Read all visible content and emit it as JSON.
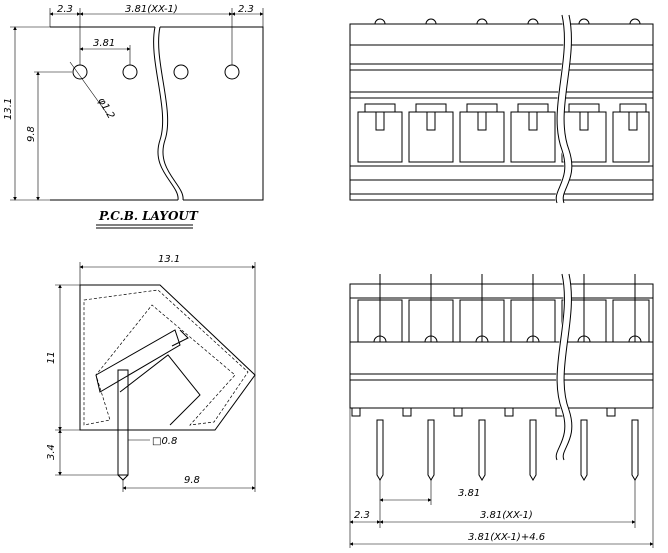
{
  "pcb_layout": {
    "title": "P.C.B. LAYOUT",
    "dim_edge_left": "2.3",
    "dim_pitch_total": "3.81(XX-1)",
    "dim_edge_right": "2.3",
    "dim_pitch": "3.81",
    "dim_hole": "φ1.2",
    "dim_height": "13.1",
    "dim_hole_offset": "9.8"
  },
  "side_view": {
    "dim_width": "13.1",
    "dim_height": "11",
    "dim_pin_length": "3.4",
    "dim_pin_section": "□0.8",
    "dim_pin_offset": "9.8"
  },
  "front_view": {
    "dim_pitch": "3.81",
    "dim_edge": "2.3",
    "dim_pitch_total": "3.81(XX-1)",
    "dim_overall": "3.81(XX-1)+4.6"
  }
}
